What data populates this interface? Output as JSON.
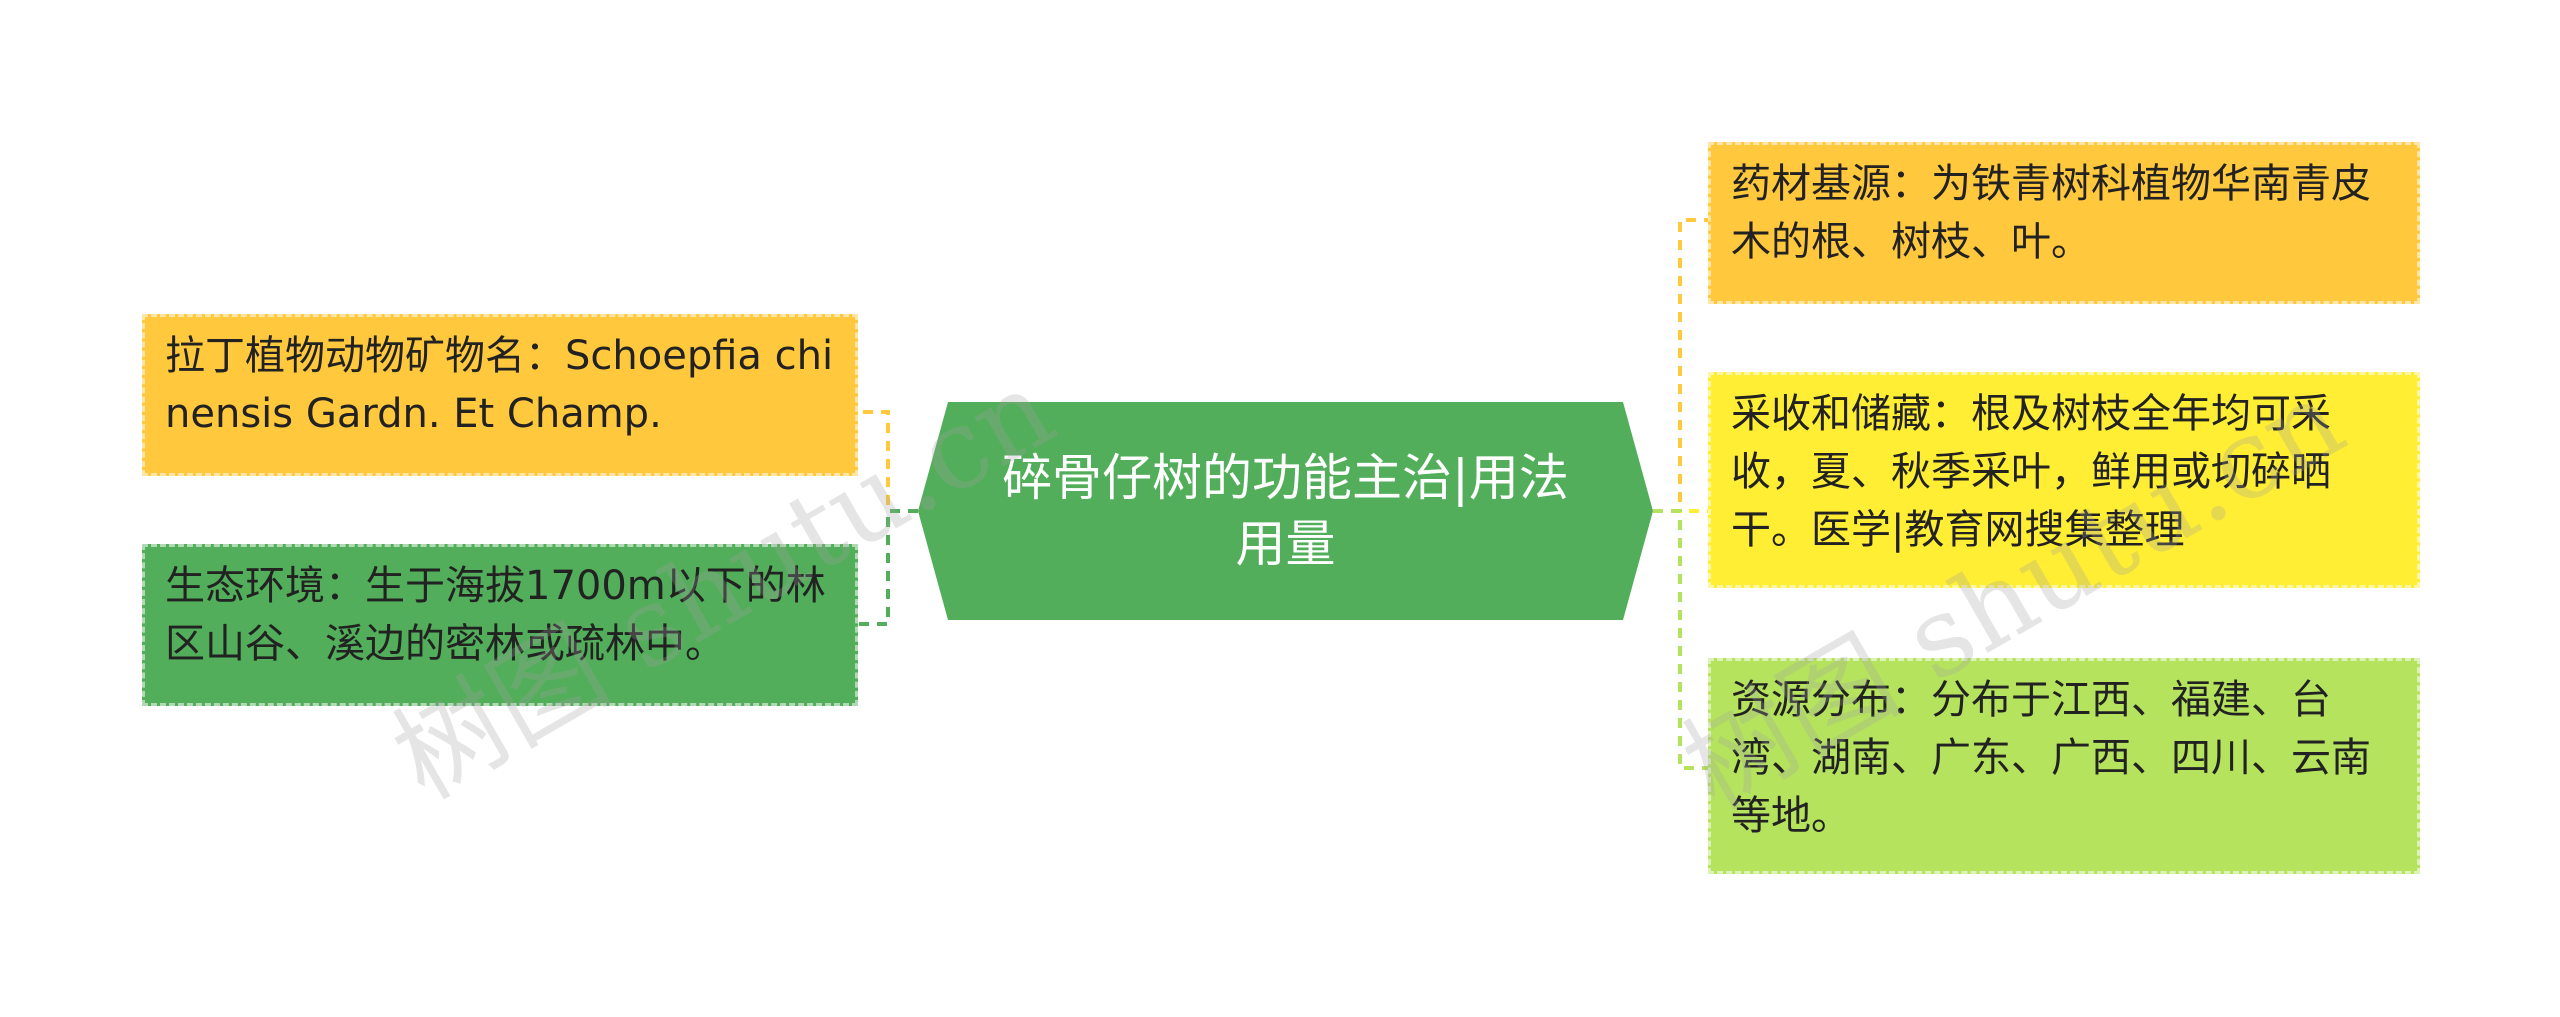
{
  "central": {
    "title": "碎骨仔树的功能主治|用法用量",
    "color": "#52AE5A"
  },
  "left_nodes": [
    {
      "text": "拉丁植物动物矿物名：Schoepfia chinensis Gardn. Et Champ.",
      "color": "#FFC83D"
    },
    {
      "text": "生态环境：生于海拔1700m以下的林区山谷、溪边的密林或疏林中。",
      "color": "#52AE5A"
    }
  ],
  "right_nodes": [
    {
      "text": "药材基源：为铁青树科植物华南青皮木的根、树枝、叶。",
      "color": "#FFC83D"
    },
    {
      "text": "采收和储藏：根及树枝全年均可采收，夏、秋季采叶，鲜用或切碎晒干。医学|教育网搜集整理",
      "color": "#FFEE33"
    },
    {
      "text": "资源分布：分布于江西、福建、台湾、湖南、广东、广西、四川、云南等地。",
      "color": "#B5E35E"
    }
  ],
  "watermarks": [
    "树图 shutu.cn",
    "树图 shutu.cn"
  ]
}
